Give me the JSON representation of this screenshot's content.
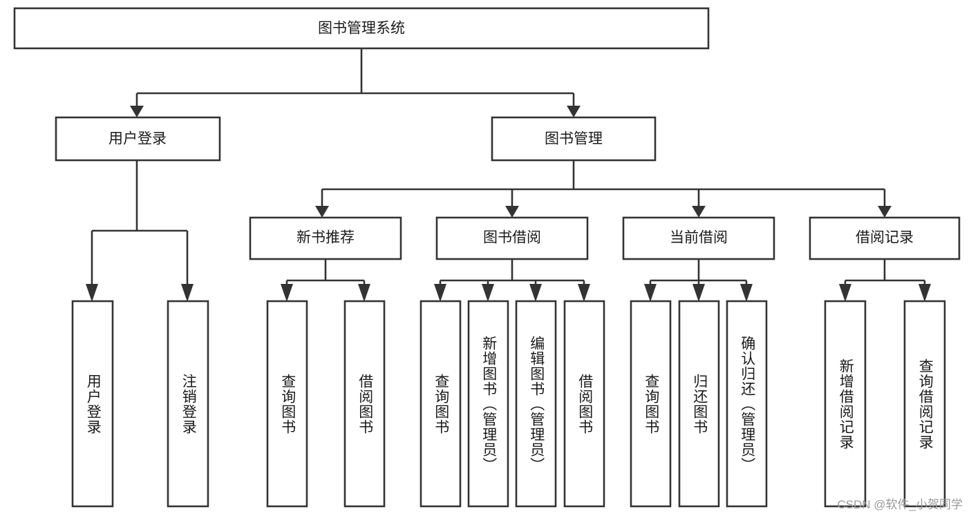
{
  "diagram": {
    "title": "图书管理系统",
    "type": "hierarchy-tree",
    "watermark": "CSDN @软件_小贺同学",
    "colors": {
      "box_stroke": "#333333",
      "box_fill": "#ffffff",
      "text": "#1a1a1a",
      "background": "#ffffff",
      "watermark": "#9a9a9a"
    },
    "levels": [
      {
        "level": 1,
        "nodes": [
          {
            "id": "root",
            "label": "图书管理系统",
            "orientation": "horizontal"
          }
        ]
      },
      {
        "level": 2,
        "nodes": [
          {
            "id": "user-login",
            "label": "用户登录",
            "orientation": "horizontal",
            "parent": "root"
          },
          {
            "id": "book-manage",
            "label": "图书管理",
            "orientation": "horizontal",
            "parent": "root"
          }
        ]
      },
      {
        "level": 3,
        "nodes": [
          {
            "id": "new-book-recommend",
            "label": "新书推荐",
            "orientation": "horizontal",
            "parent": "book-manage"
          },
          {
            "id": "book-borrow",
            "label": "图书借阅",
            "orientation": "horizontal",
            "parent": "book-manage"
          },
          {
            "id": "current-borrow",
            "label": "当前借阅",
            "orientation": "horizontal",
            "parent": "book-manage"
          },
          {
            "id": "borrow-record",
            "label": "借阅记录",
            "orientation": "horizontal",
            "parent": "book-manage"
          }
        ]
      },
      {
        "level": 4,
        "nodes": [
          {
            "id": "leaf-user-login",
            "label": "用户登录",
            "orientation": "vertical",
            "parent": "user-login"
          },
          {
            "id": "leaf-logout",
            "label": "注销登录",
            "orientation": "vertical",
            "parent": "user-login"
          },
          {
            "id": "leaf-query-book-1",
            "label": "查询图书",
            "orientation": "vertical",
            "parent": "new-book-recommend"
          },
          {
            "id": "leaf-borrow-book-1",
            "label": "借阅图书",
            "orientation": "vertical",
            "parent": "new-book-recommend"
          },
          {
            "id": "leaf-query-book-2",
            "label": "查询图书",
            "orientation": "vertical",
            "parent": "book-borrow"
          },
          {
            "id": "leaf-add-book",
            "label": "新增图书（管理员）",
            "orientation": "vertical",
            "parent": "book-borrow"
          },
          {
            "id": "leaf-edit-book",
            "label": "编辑图书（管理员）",
            "orientation": "vertical",
            "parent": "book-borrow"
          },
          {
            "id": "leaf-borrow-book-2",
            "label": "借阅图书",
            "orientation": "vertical",
            "parent": "book-borrow"
          },
          {
            "id": "leaf-query-book-3",
            "label": "查询图书",
            "orientation": "vertical",
            "parent": "current-borrow"
          },
          {
            "id": "leaf-return-book",
            "label": "归还图书",
            "orientation": "vertical",
            "parent": "current-borrow"
          },
          {
            "id": "leaf-confirm-return",
            "label": "确认归还（管理员）",
            "orientation": "vertical",
            "parent": "current-borrow"
          },
          {
            "id": "leaf-add-record",
            "label": "新增借阅记录",
            "orientation": "vertical",
            "parent": "borrow-record"
          },
          {
            "id": "leaf-query-record",
            "label": "查询借阅记录",
            "orientation": "vertical",
            "parent": "borrow-record"
          }
        ]
      }
    ]
  }
}
